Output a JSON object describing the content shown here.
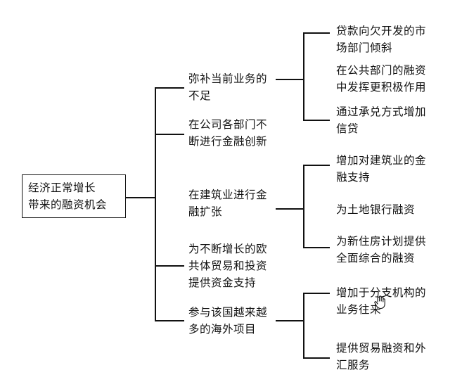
{
  "root": {
    "label": "经济正常增长\n带来的融资机会"
  },
  "level1": [
    {
      "label": "弥补当前业务的\n不足"
    },
    {
      "label": "在公司各部门不\n断进行金融创新"
    },
    {
      "label": "在建筑业进行金\n融扩张"
    },
    {
      "label": "为不断增长的欧\n共体贸易和投资\n提供资金支持"
    },
    {
      "label": "参与该国越来越\n多的海外项目"
    }
  ],
  "level2_groups": [
    {
      "items": [
        {
          "label": "贷款向欠开发的市\n场部门倾斜"
        },
        {
          "label": "在公共部门的融资\n中发挥更积极作用"
        },
        {
          "label": "通过承兑方式增加\n信贷"
        }
      ]
    },
    {
      "items": [
        {
          "label": "增加对建筑业的金\n融支持"
        },
        {
          "label": "为土地银行融资"
        },
        {
          "label": "为新住房计划提供\n全面综合的融资"
        }
      ]
    },
    {
      "items": [
        {
          "label": "增加于分支机构的\n业务往来"
        },
        {
          "label": "提供贸易融资和外\n汇服务"
        }
      ]
    }
  ],
  "icons": {
    "cursor": "hand-cursor-icon"
  },
  "colors": {
    "line": "#111111",
    "background": "#ffffff"
  }
}
